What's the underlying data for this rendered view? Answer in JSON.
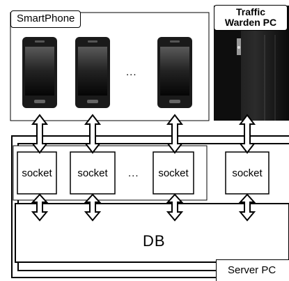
{
  "smartphone_group": {
    "label": "SmartPhone",
    "ellipsis": "..."
  },
  "traffic_pc": {
    "label_line1": "Traffic",
    "label_line2": "Warden PC"
  },
  "sockets": {
    "label": "socket",
    "ellipsis": "..."
  },
  "db": {
    "label": "DB"
  },
  "server": {
    "label": "Server PC"
  }
}
